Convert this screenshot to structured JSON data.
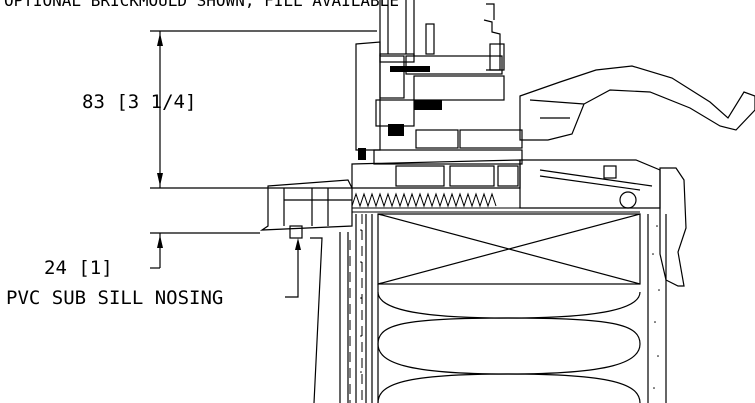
{
  "header_note": "OPTIONAL BRICKMOULD SHOWN, FILL AVAILABLE",
  "dimensions": {
    "frame_height": "83 [3 1/4]",
    "sill_offset": "24 [1]"
  },
  "callouts": {
    "sub_sill": "PVC SUB SILL NOSING"
  },
  "colors": {
    "line": "#000000",
    "background": "#ffffff"
  }
}
